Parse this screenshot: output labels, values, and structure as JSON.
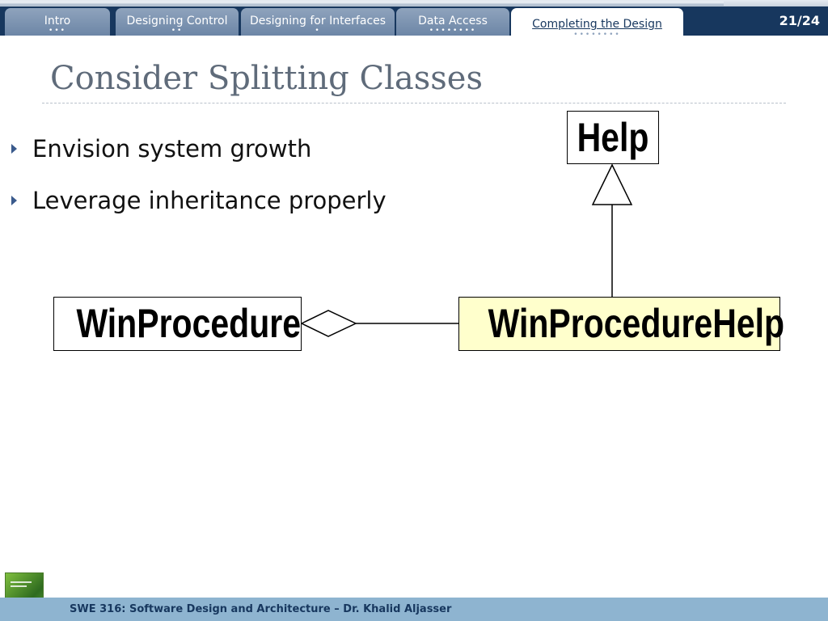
{
  "tabs": [
    {
      "label": "Intro",
      "dots": "•••"
    },
    {
      "label": "Designing Control",
      "dots": "••"
    },
    {
      "label": "Designing for Interfaces",
      "dots": "•"
    },
    {
      "label": "Data Access",
      "dots": "••••••••"
    },
    {
      "label": "Completing the Design",
      "dots": "••••••••",
      "active": true
    }
  ],
  "page_indicator": "21/24",
  "title": "Consider Splitting Classes",
  "bullets": [
    "Envision system growth",
    "Leverage inheritance properly"
  ],
  "diagram": {
    "classes": {
      "help": "Help",
      "winprocedure": "WinProcedure",
      "winprocedurehelp": "WinProcedureHelp"
    },
    "highlight_color": "#ffffcc"
  },
  "footer": "SWE 316: Software Design and Architecture – Dr. Khalid Aljasser",
  "colors": {
    "nav_dark": "#17375e",
    "tab": "#7d94b3",
    "footer": "#8eb4d0",
    "title": "#5f6b7a"
  }
}
